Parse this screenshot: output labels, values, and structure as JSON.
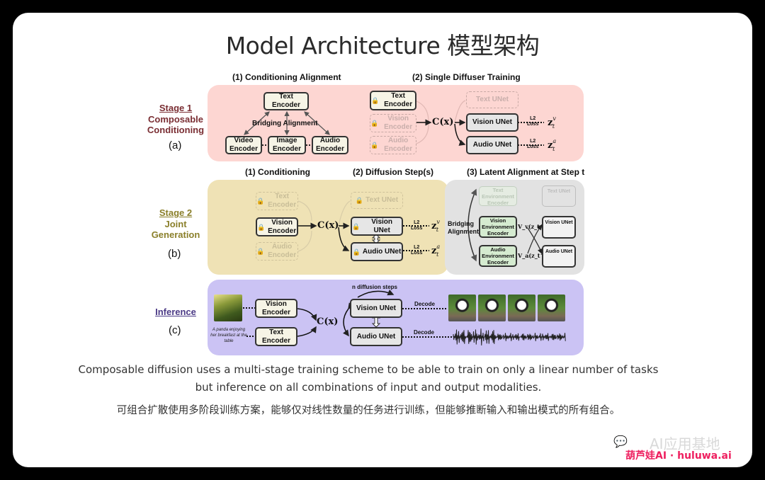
{
  "title": "Model Architecture 模型架构",
  "stage1": {
    "label": "Stage 1",
    "name_line1": "Composable",
    "name_line2": "Conditioning",
    "letter": "(a)",
    "color": "#7a2e33",
    "section1": {
      "header": "(1) Conditioning Alignment",
      "text_encoder": "Text Encoder",
      "bridging": "Bridging Alignment",
      "video_encoder": "Video Encoder",
      "image_encoder": "Image Encoder",
      "audio_encoder": "Audio Encoder"
    },
    "section2": {
      "header": "(2) Single Diffuser Training",
      "text_encoder": "Text Encoder",
      "vision_encoder": "Vision Encoder",
      "audio_encoder": "Audio Encoder",
      "cx": "C(x)",
      "text_unet": "Text UNet",
      "vision_unet": "Vision UNet",
      "audio_unet": "Audio UNet",
      "loss_l2": "L2",
      "loss_word": "Loss",
      "z_v": "z",
      "z_v_sup": "v",
      "z_a_sup": "a",
      "z_sub": "t"
    }
  },
  "stage2": {
    "label": "Stage 2",
    "name_line1": "Joint",
    "name_line2": "Generation",
    "letter": "(b)",
    "color": "#8a7f2a",
    "conditioning": {
      "header": "(1) Conditioning",
      "text_encoder": "Text Encoder",
      "vision_encoder": "Vision Encoder",
      "audio_encoder": "Audio Encoder"
    },
    "diffusion": {
      "header": "(2) Diffusion Step(s)",
      "cx": "C(x)",
      "text_unet": "Text UNet",
      "vision_unet": "Vision UNet",
      "audio_unet": "Audio UNet",
      "loss_l2": "L2",
      "loss_word": "Loss"
    },
    "latent": {
      "header": "(3) Latent Alignment at Step t",
      "bridging_line1": "Bridging",
      "bridging_line2": "Alignment",
      "text_env": "Text Environment Encoder",
      "vision_env": "Vision Environment Encoder",
      "audio_env": "Audio Environment Encoder",
      "v_v": "V_v(z_t^v)",
      "v_a": "V_a(z_t^a)",
      "text_unet": "Text UNet",
      "vision_unet": "Vision UNet",
      "audio_unet": "Audio UNet"
    }
  },
  "inference": {
    "label": "Inference",
    "letter": "(c)",
    "color": "#4b3a86",
    "prompt": "A panda enjoying her breakfast at the table",
    "vision_encoder": "Vision Encoder",
    "text_encoder": "Text Encoder",
    "cx": "C(x)",
    "steps_label": "n diffusion steps",
    "vision_unet": "Vision UNet",
    "audio_unet": "Audio UNet",
    "decode1": "Decode",
    "decode2": "Decode",
    "output_frames": 4
  },
  "caption_en": "Composable diffusion uses a multi-stage training scheme to be able to train on only a linear number of tasks but inference on all combinations of input and output modalities.",
  "caption_cn": "可组合扩散使用多阶段训练方案，能够仅对线性数量的任务进行训练，但能够推断输入和输出模式的所有组合。",
  "watermark": {
    "text": "AI应用基地",
    "brand": "葫芦娃AI · huluwa.ai",
    "brand_color": "#ee1f5f"
  }
}
